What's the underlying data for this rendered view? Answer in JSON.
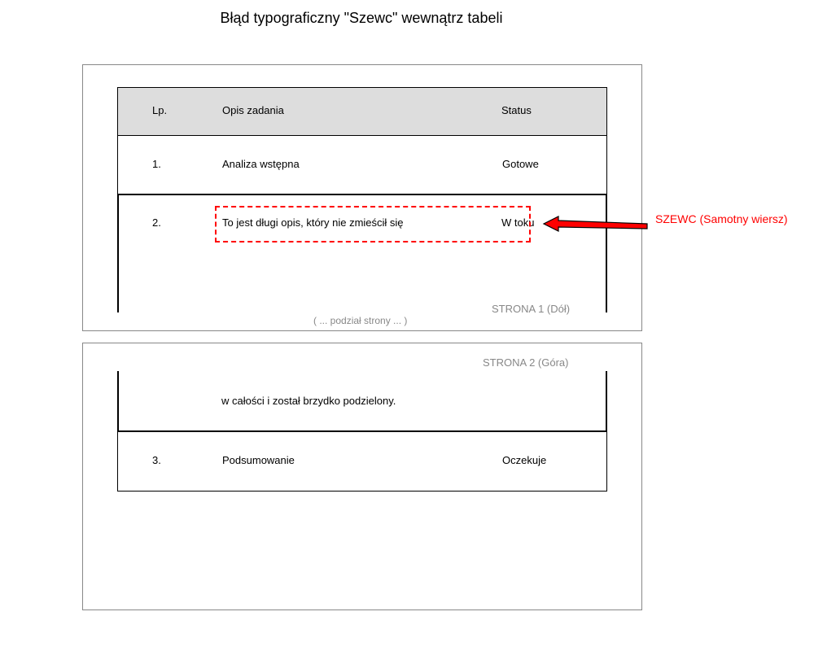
{
  "title": "Błąd typograficzny \"Szewc\" wewnątrz tabeli",
  "table": {
    "headers": [
      "Lp.",
      "Opis zadania",
      "Status"
    ],
    "rows": [
      {
        "lp": "1.",
        "opis": "Analiza wstępna",
        "status": "Gotowe"
      },
      {
        "lp": "2.",
        "opis": "To jest długi opis, który nie zmieścił się",
        "opis_cont": "w całości i został brzydko podzielony.",
        "status": "W toku"
      },
      {
        "lp": "3.",
        "opis": "Podsumowanie",
        "status": "Oczekuje"
      }
    ]
  },
  "page1_label": "STRONA 1 (Dół)",
  "page_break_label": "( ... podział strony ... )",
  "page2_label": "STRONA 2 (Góra)",
  "annotation": {
    "label": "SZEWC (Samotny wiersz)",
    "color": "#ff0000"
  }
}
